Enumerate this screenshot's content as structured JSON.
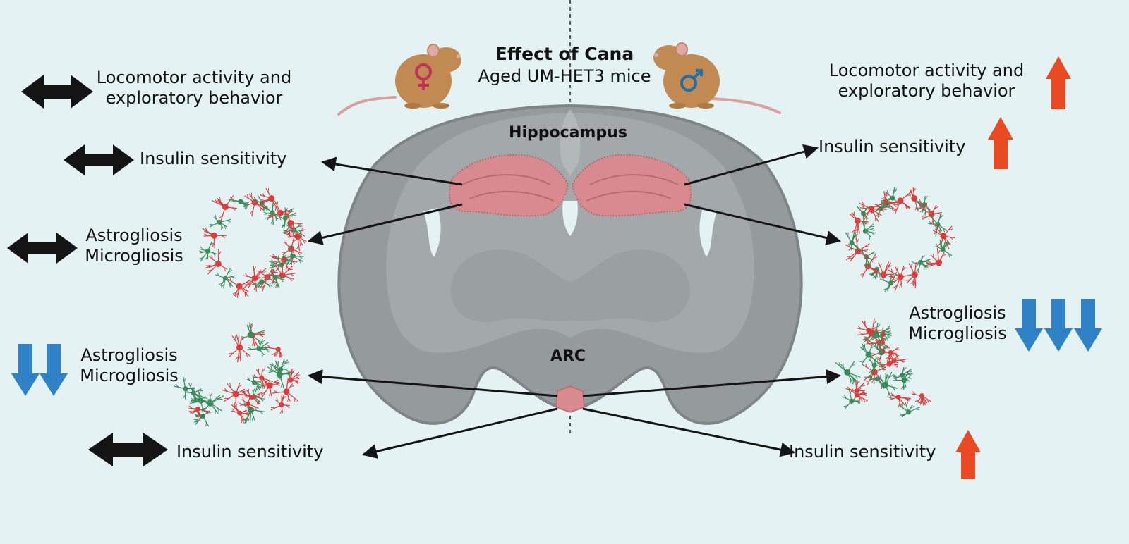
{
  "header": {
    "title": "Effect of Cana",
    "subtitle": "Aged UM-HET3 mice"
  },
  "brain_regions": {
    "hippocampus": "Hippocampus",
    "arc": "ARC"
  },
  "female": {
    "locomotor_line1": "Locomotor activity and",
    "locomotor_line2": "exploratory behavior",
    "hippocampus_insulin": "Insulin sensitivity",
    "hippocampus_gliosis_line1": "Astrogliosis",
    "hippocampus_gliosis_line2": "Microgliosis",
    "arc_gliosis_line1": "Astrogliosis",
    "arc_gliosis_line2": "Microgliosis",
    "arc_insulin": "Insulin sensitivity"
  },
  "male": {
    "locomotor_line1": "Locomotor activity and",
    "locomotor_line2": "exploratory behavior",
    "hippocampus_insulin": "Insulin sensitivity",
    "arc_gliosis_line1": "Astrogliosis",
    "arc_gliosis_line2": "Microgliosis",
    "arc_insulin": "Insulin sensitivity"
  },
  "colors": {
    "background": "#e4f2f4",
    "no_change_arrow": "#141414",
    "increase_arrow": "#ea4a22",
    "decrease_arrow": "#2f82c6",
    "astrocyte": "#e03a3a",
    "microglia": "#3a8a5a",
    "brain_tissue": "#8f9597",
    "hippocampus_fill": "#d88a8e",
    "mouse_fur": "#c08a52",
    "female_symbol": "#c0305a",
    "male_symbol": "#1f6fa8"
  },
  "icons": {
    "no_change": "double-headed-arrow-icon",
    "increase": "up-arrow-icon",
    "decrease": "down-arrow-icon",
    "female": "female-symbol-icon",
    "male": "male-symbol-icon"
  }
}
